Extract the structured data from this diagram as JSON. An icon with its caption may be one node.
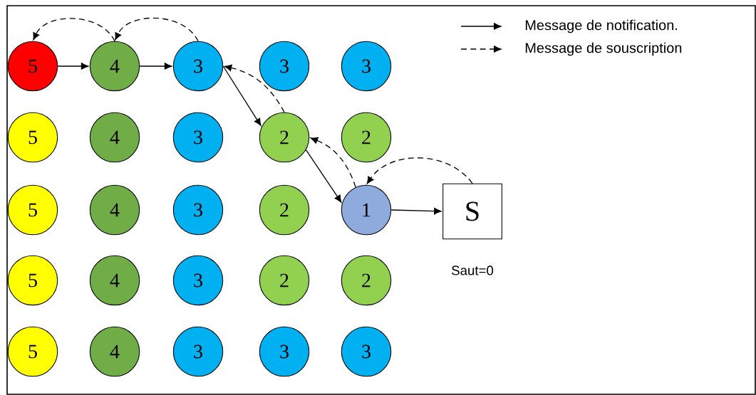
{
  "diagram": {
    "nodes": [
      {
        "text": [
          "5"
        ]
      },
      {
        "text": [
          "4"
        ]
      },
      {
        "text": [
          "3"
        ]
      },
      {
        "text": [
          "3"
        ]
      },
      {
        "text": [
          "3"
        ]
      },
      {
        "text": [
          "5"
        ]
      },
      {
        "text": [
          "4"
        ]
      },
      {
        "text": [
          "3"
        ]
      },
      {
        "text": [
          "2"
        ]
      },
      {
        "text": [
          "2"
        ]
      },
      {
        "text": [
          "5"
        ]
      },
      {
        "text": [
          "4"
        ]
      },
      {
        "text": [
          "3"
        ]
      },
      {
        "text": [
          "2"
        ]
      },
      {
        "text": [
          "1"
        ]
      },
      {
        "text": [
          "S"
        ],
        "beside": [
          "Saut=0"
        ]
      },
      {
        "text": [
          "5"
        ]
      },
      {
        "text": [
          "4"
        ]
      },
      {
        "text": [
          "3"
        ]
      },
      {
        "text": [
          "2"
        ]
      },
      {
        "text": [
          "2"
        ]
      },
      {
        "text": [
          "5"
        ]
      },
      {
        "text": [
          "4"
        ]
      },
      {
        "text": [
          "3"
        ]
      },
      {
        "text": [
          "3"
        ]
      },
      {
        "text": [
          "3"
        ]
      }
    ],
    "edges": [
      {
        "from": 0,
        "to": 1,
        "arrow": "to"
      },
      {
        "from": 1,
        "to": 2,
        "arrow": "to"
      },
      {
        "from": 2,
        "to": 8,
        "arrow": "to"
      },
      {
        "from": 8,
        "to": 14,
        "arrow": "to"
      },
      {
        "from": 14,
        "to": 15,
        "arrow": "to"
      },
      {
        "from": 15,
        "to": 14,
        "arrow": "to",
        "style": "dashed"
      },
      {
        "from": 14,
        "to": 8,
        "arrow": "to",
        "style": "dashed"
      },
      {
        "from": 8,
        "to": 2,
        "arrow": "to",
        "style": "dashed"
      },
      {
        "from": 2,
        "to": 1,
        "arrow": "to",
        "style": "dashed"
      },
      {
        "from": 1,
        "to": 0,
        "arrow": "to",
        "style": "dashed"
      }
    ],
    "legend": [
      {
        "text": "Message de notification."
      },
      {
        "text": "Message de souscription"
      }
    ]
  }
}
